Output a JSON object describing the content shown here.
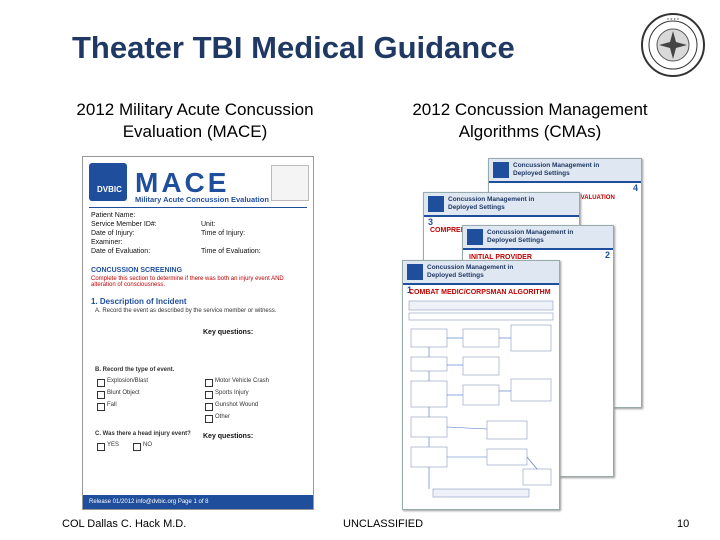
{
  "slide": {
    "title": "Theater TBI Medical Guidance",
    "left_caption": "2012 Military Acute Concussion Evaluation (MACE)",
    "right_caption": "2012 Concussion Management Algorithms (CMAs)",
    "footer_left": "COL Dallas C. Hack M.D.",
    "footer_center": "UNCLASSIFIED",
    "page_number": "10"
  },
  "mace_doc": {
    "logo": "DVBIC",
    "title": "MACE",
    "subtitle": "Military Acute Concussion Evaluation",
    "fields": [
      "Patient Name:",
      "Service Member ID#:",
      "Date of Injury:",
      "Examiner:",
      "Date of Evaluation:"
    ],
    "fields_right": [
      "Unit:",
      "Time of Injury:",
      "Time of Evaluation:"
    ],
    "section_title": "CONCUSSION SCREENING",
    "section_note": "Complete this section to determine if there was both an injury event AND alteration of consciousness.",
    "item1": "1. Description of Incident",
    "item1a": "A. Record the event as described by the service member or witness.",
    "key_questions": "Key questions:",
    "item1b": "B. Record the type of event.",
    "events": [
      "Explosion/Blast",
      "Blunt Object",
      "Fall",
      "Motor Vehicle Crash",
      "Sports Injury",
      "Gunshot Wound",
      "Other"
    ],
    "item1c": "C. Was there a head injury event?",
    "yes": "YES",
    "no": "NO",
    "footer": "Release 01/2012   info@dvbic.org   Page 1 of 8"
  },
  "cma_pages": {
    "page_title": "Concussion Management in Deployed Settings",
    "algo_1": "COMBAT MEDIC/CORPSMAN ALGORITHM",
    "algo_2": "INITIAL PROVIDER",
    "algo_3": "COMPREHENSIVE",
    "algo_4": "RECURRENT CONCUSSION EVALUATION",
    "nums": [
      "1",
      "2",
      "3",
      "4"
    ]
  },
  "colors": {
    "title": "#1f3864",
    "brand_blue": "#1f4e9c",
    "algorithm_red": "#c00000"
  }
}
